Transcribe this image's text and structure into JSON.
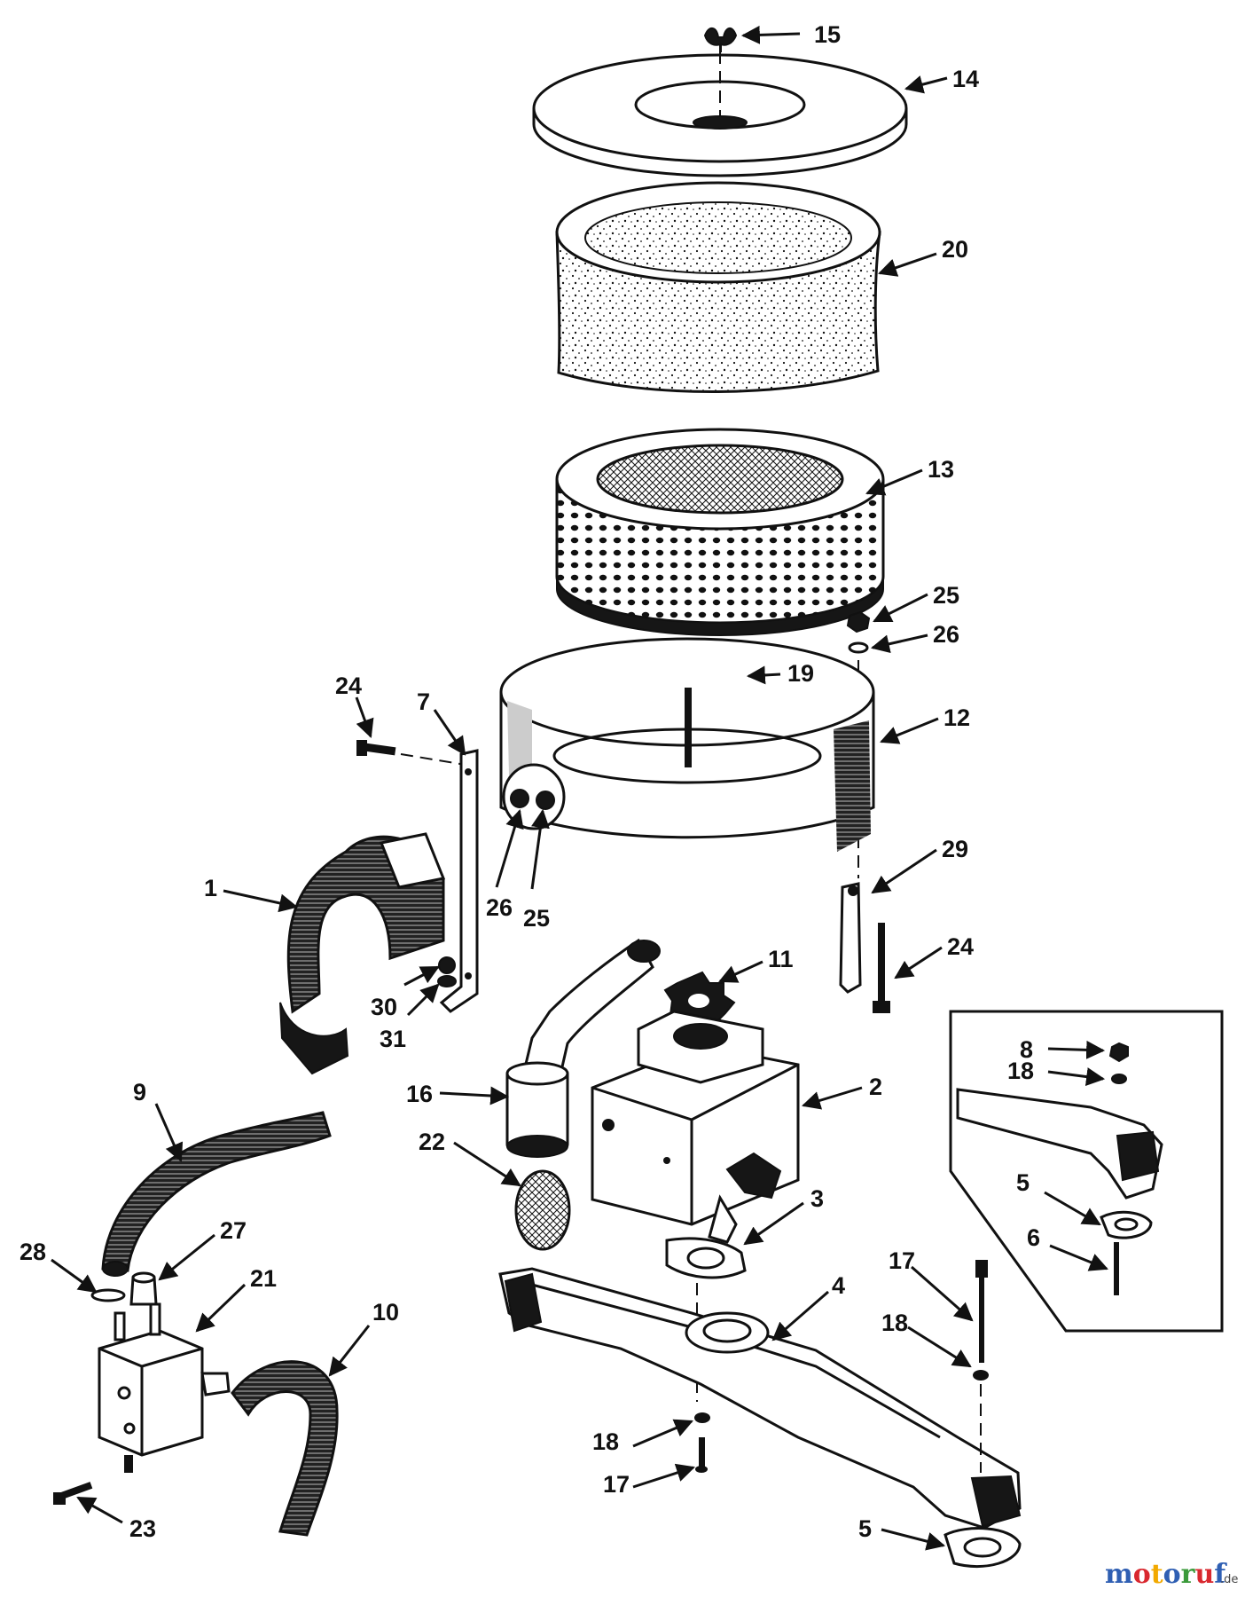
{
  "diagram": {
    "callouts": [
      "1",
      "2",
      "3",
      "4",
      "5",
      "5",
      "6",
      "7",
      "8",
      "9",
      "10",
      "11",
      "12",
      "13",
      "14",
      "15",
      "16",
      "17",
      "17",
      "18",
      "18",
      "18",
      "19",
      "20",
      "21",
      "22",
      "23",
      "24",
      "24",
      "25",
      "25",
      "26",
      "26",
      "27",
      "28",
      "29",
      "30",
      "31"
    ]
  },
  "watermark": {
    "letters": [
      "m",
      "o",
      "t",
      "o",
      "r",
      "u",
      "f"
    ],
    "letter_colors": [
      "#2f5fb3",
      "#d9282f",
      "#f2a900",
      "#2f5fb3",
      "#3a9a3a",
      "#d9282f",
      "#2f5fb3"
    ],
    "suffix": ".de"
  }
}
